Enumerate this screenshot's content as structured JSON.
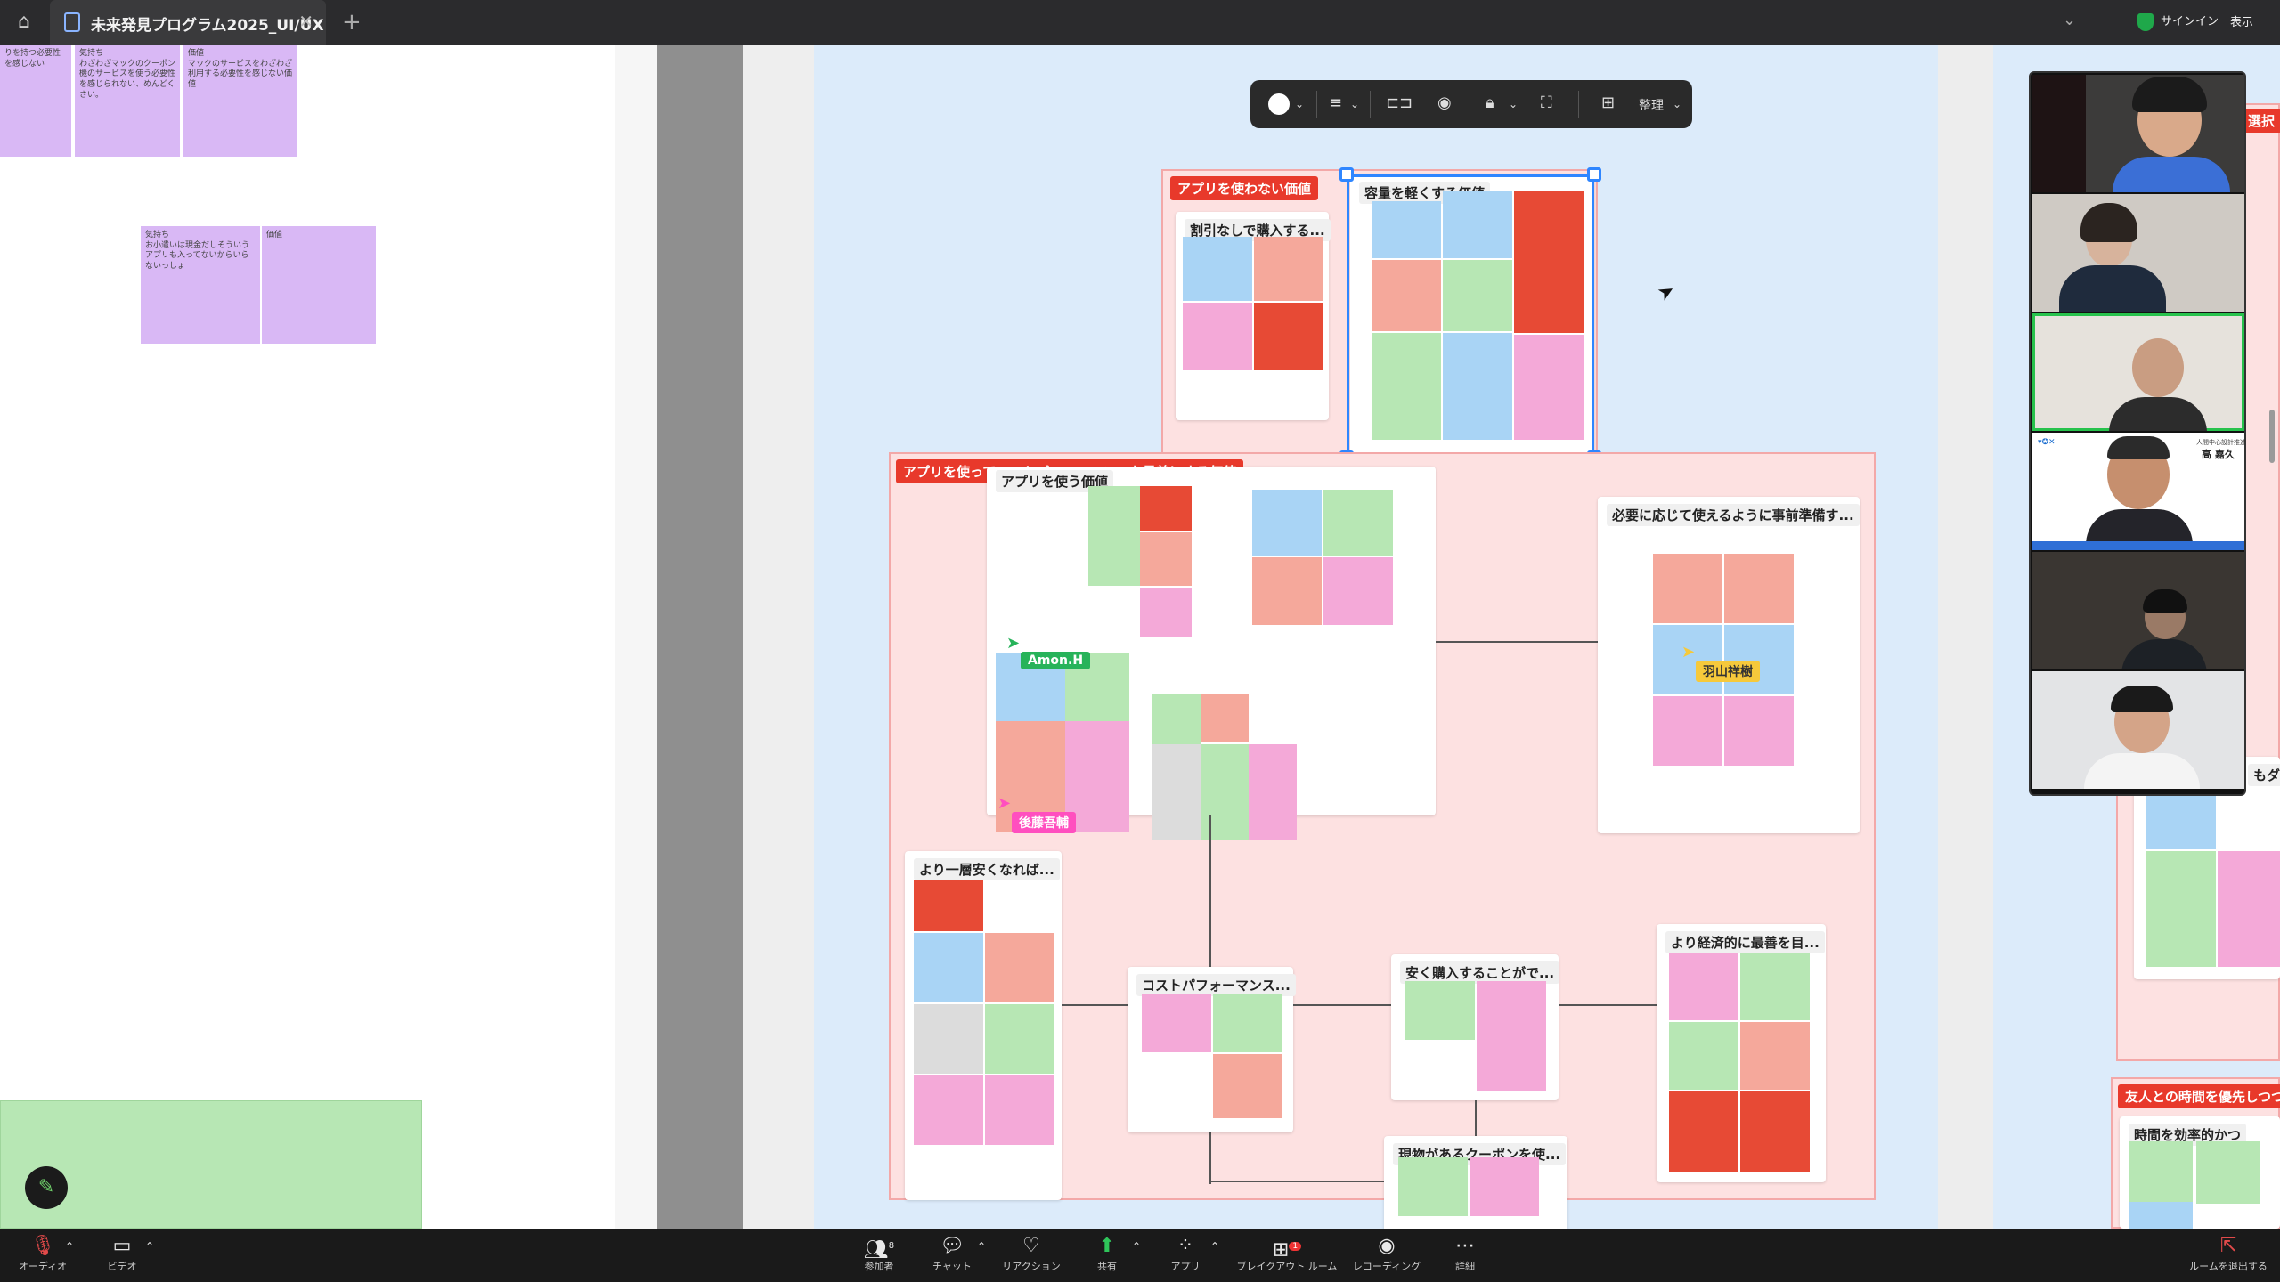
{
  "window": {
    "tab_title": "未来発見プログラム2025_UI/UX",
    "signin_label": "サインイン",
    "view_label": "表示"
  },
  "toolbar": {
    "organize_label": "整理"
  },
  "left_notes": {
    "note1": "りを持つ必要性を感じない",
    "note2_head": "気持ち",
    "note2": "わざわざマックのクーポン機のサービスを使う必要性を感じられない、めんどくさい。",
    "note3_head": "価値",
    "note3": "マックのサービスをわざわざ利用する必要性を感じない価値",
    "note4_head": "気持ち",
    "note4": "お小遣いは現金だしそういうアプリも入ってないからいらないっしょ",
    "note5_head": "価値"
  },
  "frames": {
    "no_app_value": "アプリを使わない価値",
    "no_discount": "割引なしで購入する...",
    "lighten_value": "容量を軽くする価値",
    "cost_perf_value": "アプリを使ってコストパフォーマンスを最善にする価値",
    "use_app_value": "アプリを使う価値",
    "prepare_ahead": "必要に応じて使えるように事前準備す...",
    "cheaper": "より一層安くなれば...",
    "cost_perf": "コストパフォーマンス...",
    "buy_cheap": "安く購入することがで...",
    "coupon_real": "現物があるクーポンを使...",
    "economical": "より経済的に最善を目...",
    "right_select": "選択",
    "right_friend": "友人との時間を優先しつつ",
    "right_time": "時間を効率的かつ",
    "right_mo": "もダ"
  },
  "cursors": {
    "amon": "Amon.H",
    "haneyama": "羽山祥樹",
    "goto": "後藤吾輔"
  },
  "video": {
    "tile4_name": "高 嘉久",
    "tile4_org": "人間中心設計推進機構"
  },
  "bottom": {
    "audio": "オーディオ",
    "video": "ビデオ",
    "participants": "参加者",
    "participants_count": "8",
    "chat": "チャット",
    "reaction": "リアクション",
    "share": "共有",
    "apps": "アプリ",
    "breakout": "ブレイクアウト ルーム",
    "breakout_badge": "1",
    "recording": "レコーディング",
    "more": "詳細",
    "leave": "ルームを退出する"
  },
  "colors": {
    "accent_blue": "#2f86ff",
    "label_red": "#e8392b",
    "active_green": "#27c24c"
  }
}
